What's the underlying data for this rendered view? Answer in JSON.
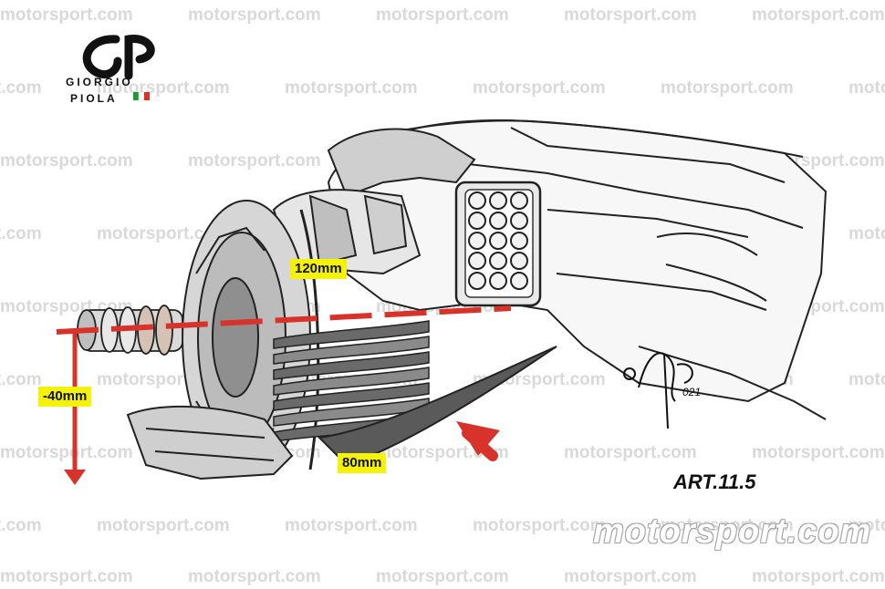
{
  "watermark": {
    "text": "motorsport.com"
  },
  "logo": {
    "line1": "GIORGIO",
    "line2": "PIOLA"
  },
  "labels": {
    "dim_120": "120mm",
    "dim_minus40": "-40mm",
    "dim_80": "80mm",
    "article": "ART.11.5"
  },
  "brand_watermark": "motorsport.com",
  "signature_year": "021",
  "colors": {
    "dimension_red": "#d8332a",
    "label_yellow": "#f5f20a",
    "arrow_red": "#d8332a",
    "italy_green": "#1e9a3a",
    "italy_red": "#d8332a"
  }
}
